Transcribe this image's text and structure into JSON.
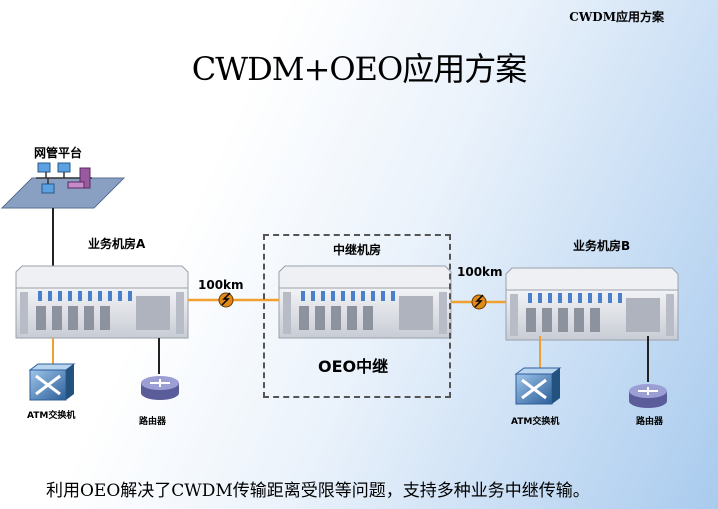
{
  "header": {
    "corner_text": "CWDM应用方案",
    "title": "CWDM+OEO应用方案"
  },
  "nms": {
    "label": "网管平台"
  },
  "site_a": {
    "label": "业务机房A"
  },
  "relay": {
    "label": "中继机房",
    "center_text": "OEO中继"
  },
  "site_b": {
    "label": "业务机房B"
  },
  "links": {
    "left_distance": "100km",
    "right_distance": "100km"
  },
  "devices": {
    "atm_label": "ATM交换机",
    "router_label": "路由器"
  },
  "footer": {
    "caption": "利用OEO解决了CWDM传输距离受限等问题，支持多种业务中继传输。"
  },
  "colors": {
    "fiber": "#f0a030",
    "chassis": "#dcdfe6",
    "card_blue": "#4a7fc9",
    "atm": "#3f7fbf",
    "router": "#7c7fb8"
  }
}
